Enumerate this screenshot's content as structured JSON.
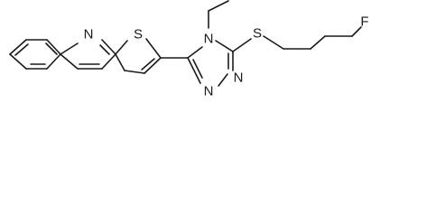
{
  "structure": {
    "atoms": {
      "quinoline_n": "N",
      "thiophene_s": "S",
      "triazole_n4": "N",
      "triazole_n1": "N",
      "triazole_n2": "N",
      "thioether_s": "S",
      "fluorine": "F"
    }
  }
}
